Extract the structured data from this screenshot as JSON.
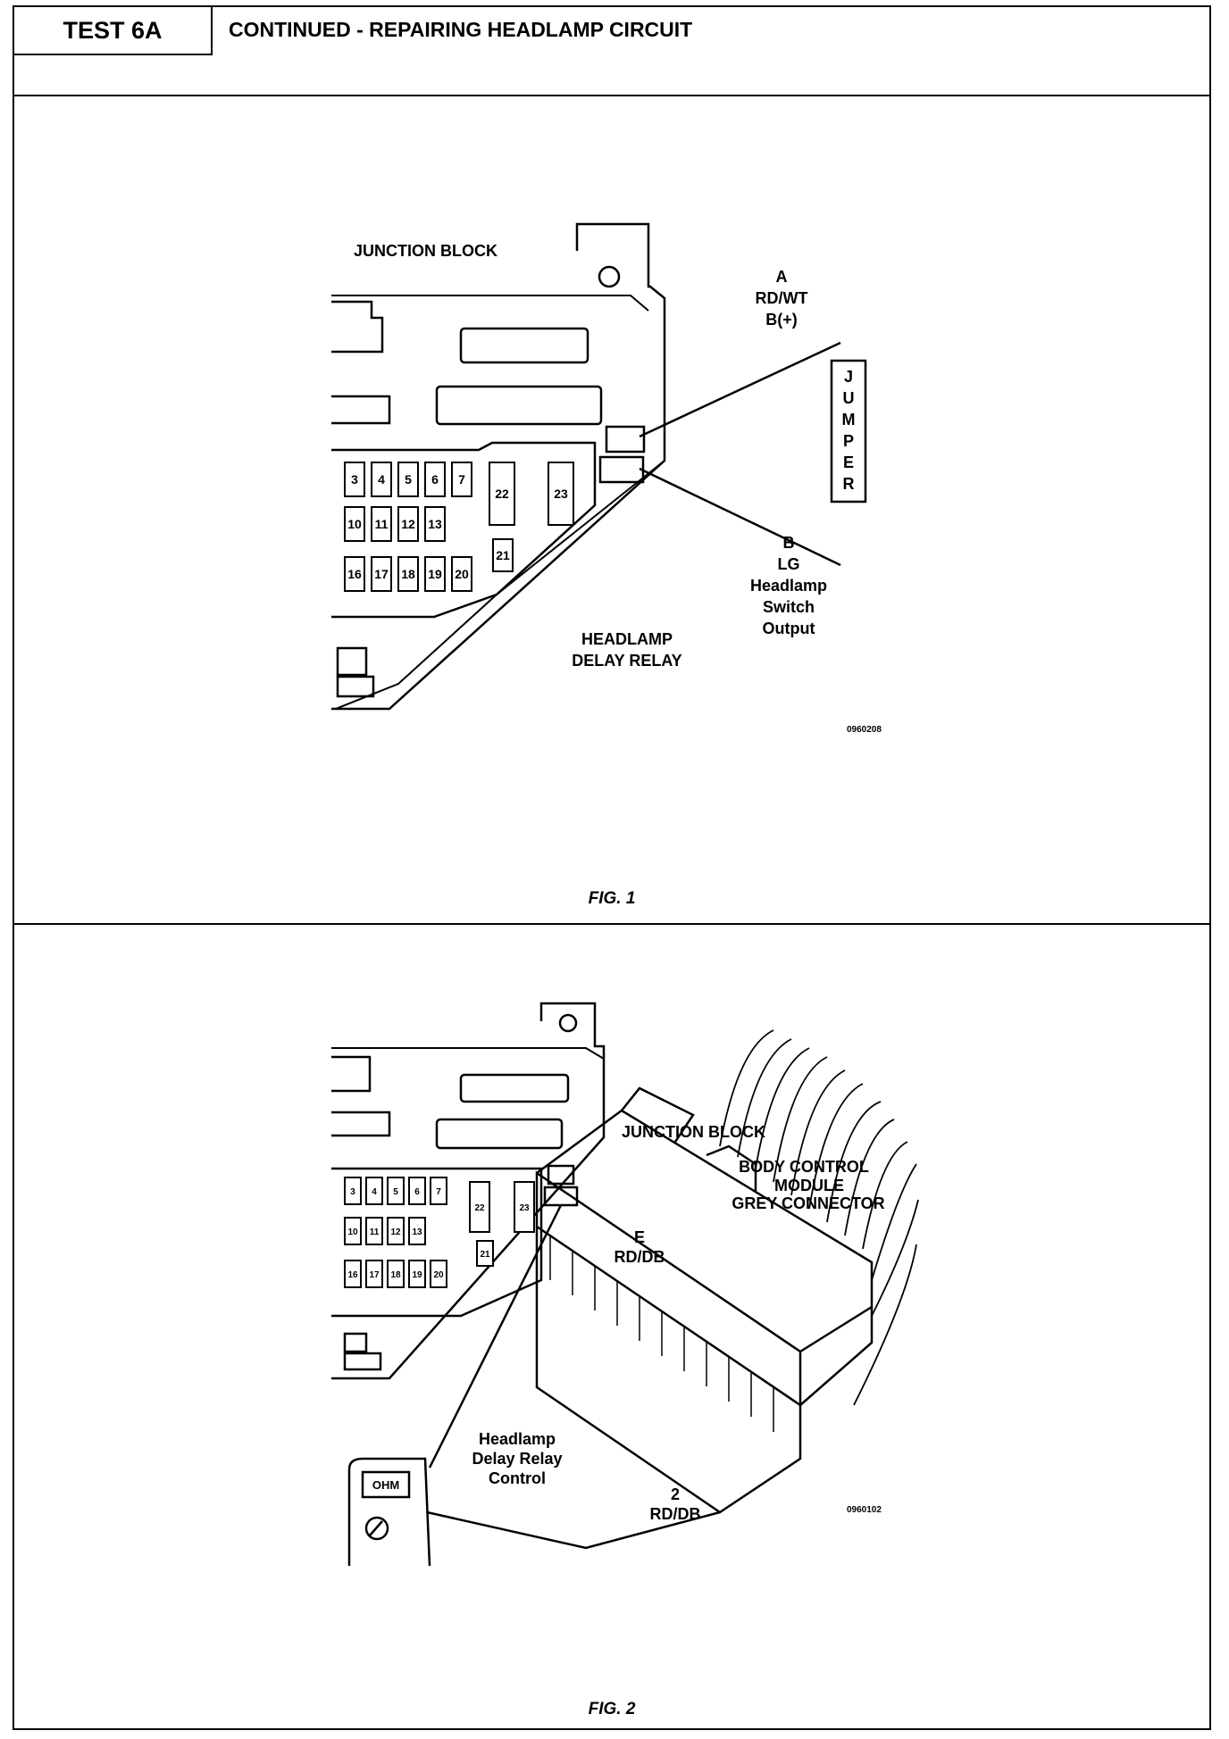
{
  "header": {
    "tag": "TEST 6A",
    "title": "CONTINUED - REPAIRING HEADLAMP CIRCUIT"
  },
  "fig1": {
    "caption": "FIG. 1",
    "junction_block": "JUNCTION BLOCK",
    "pin_a": {
      "letter": "A",
      "color": "RD/WT",
      "desc": "B(+)"
    },
    "jumper": [
      "J",
      "U",
      "M",
      "P",
      "E",
      "R"
    ],
    "pin_b": {
      "letter": "B",
      "color": "LG",
      "desc": [
        "Headlamp",
        "Switch",
        "Output"
      ]
    },
    "relay": [
      "HEADLAMP",
      "DELAY RELAY"
    ],
    "code": "0960208",
    "fuses_row1": [
      "3",
      "4",
      "5",
      "6",
      "7"
    ],
    "fuses_row2": [
      "10",
      "11",
      "12",
      "13"
    ],
    "fuses_row3": [
      "16",
      "17",
      "18",
      "19",
      "20"
    ],
    "fuses_large": [
      "22",
      "23"
    ],
    "fuse_small": "21"
  },
  "fig2": {
    "caption": "FIG. 2",
    "junction_block": "JUNCTION BLOCK",
    "bcm": [
      "BODY CONTROL",
      "MODULE",
      "GREY CONNECTOR"
    ],
    "pin_e": {
      "letter": "E",
      "color": "RD/DB"
    },
    "control": [
      "Headlamp",
      "Delay Relay",
      "Control"
    ],
    "pin_2": {
      "num": "2",
      "color": "RD/DB"
    },
    "meter": "OHM",
    "code": "0960102",
    "fuses_row1": [
      "3",
      "4",
      "5",
      "6",
      "7"
    ],
    "fuses_row2": [
      "10",
      "11",
      "12",
      "13"
    ],
    "fuses_row3": [
      "16",
      "17",
      "18",
      "19",
      "20"
    ],
    "fuses_large": [
      "22",
      "23"
    ],
    "fuse_small": "21"
  }
}
